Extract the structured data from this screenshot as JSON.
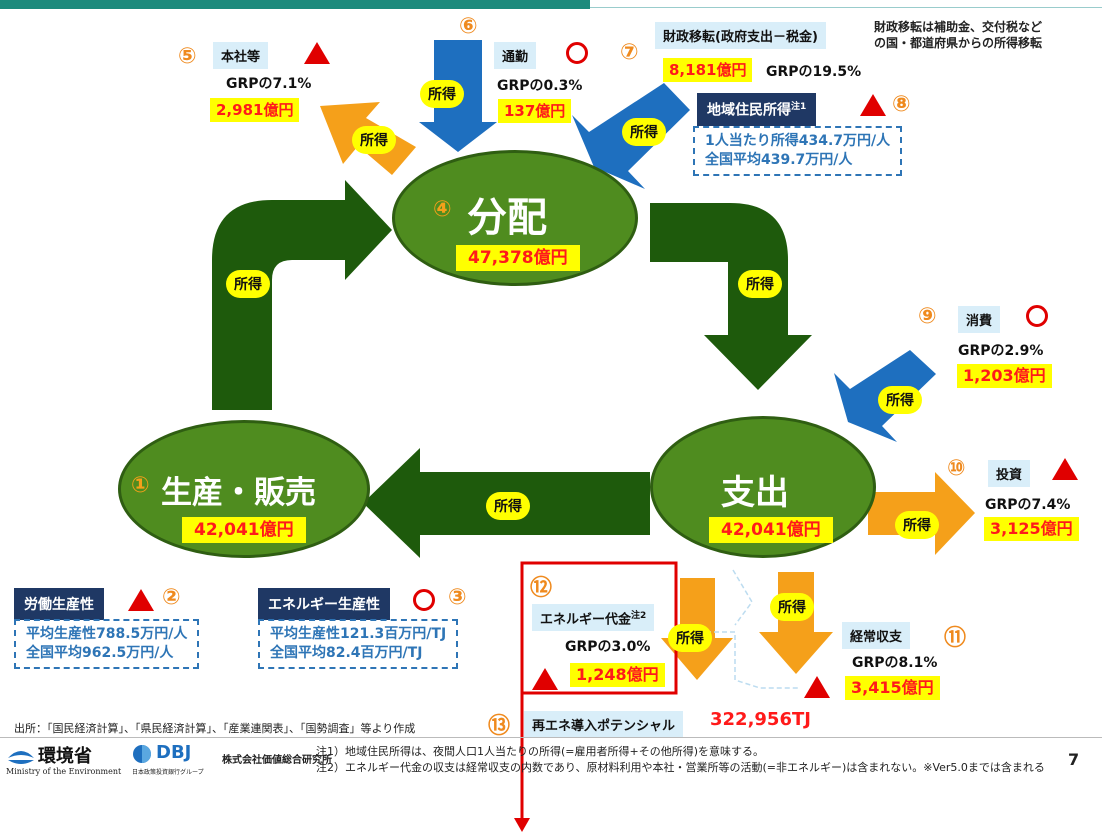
{
  "fiscal_note": [
    "財政移転は補助金、交付税など",
    "の国・都道府県からの所得移転"
  ],
  "income_label": "所得",
  "nodes": {
    "honsha": {
      "num": "⑤",
      "label": "本社等",
      "grp": "GRPの7.1%",
      "value": "2,981億円"
    },
    "tsukin": {
      "num": "⑥",
      "label": "通勤",
      "grp": "GRPの0.3%",
      "value": "137億円"
    },
    "zaisei": {
      "num": "⑦",
      "label": "財政移転(政府支出－税金)",
      "grp": "GRPの19.5%",
      "value": "8,181億円"
    },
    "chiiki": {
      "num": "⑧",
      "label": "地域住民所得",
      "sup": "注1",
      "line1": "1人当たり所得434.7万円/人",
      "line2": "全国平均439.7万円/人"
    },
    "bunpai": {
      "num": "④",
      "label": "分配",
      "value": "47,378億円"
    },
    "seisan": {
      "num": "①",
      "label": "生産・販売",
      "value": "42,041億円"
    },
    "shishutsu": {
      "label": "支出",
      "value": "42,041億円"
    },
    "shohi": {
      "num": "⑨",
      "label": "消費",
      "grp": "GRPの2.9%",
      "value": "1,203億円"
    },
    "toshi": {
      "num": "⑩",
      "label": "投資",
      "grp": "GRPの7.4%",
      "value": "3,125億円"
    },
    "keijo": {
      "num": "⑪",
      "label": "経常収支",
      "grp": "GRPの8.1%",
      "value": "3,415億円"
    },
    "energy": {
      "num": "⑫",
      "label": "エネルギー代金",
      "sup": "注2",
      "grp": "GRPの3.0%",
      "value": "1,248億円"
    },
    "rodo": {
      "num": "②",
      "label": "労働生産性",
      "line1": "平均生産性788.5万円/人",
      "line2": "全国平均962.5万円/人"
    },
    "energy_prod": {
      "num": "③",
      "label": "エネルギー生産性",
      "line1": "平均生産性121.3百万円/TJ",
      "line2": "全国平均82.4百万円/TJ"
    },
    "saiene": {
      "num": "⑬",
      "label": "再エネ導入ポテンシャル",
      "value": "322,956TJ"
    }
  },
  "footer": {
    "source": "出所：「国民経済計算」、「県民経済計算」、「産業連関表」、「国勢調査」等より作成",
    "note1": "注1）地域住民所得は、夜間人口1人当たりの所得(=雇用者所得+その他所得)を意味する。",
    "note2": "注2）エネルギー代金の収支は経常収支の内数であり、原材料利用や本社・営業所等の活動(=非エネルギー)は含まれない。※Ver5.0までは含まれる",
    "env_logo": "環境省",
    "env_sub": "Ministry of the Environment",
    "dbj_logo": "DBJ",
    "dbj_sub": "日本政策投資銀行グループ",
    "company": "株式会社価値総合研究所",
    "page": "7"
  },
  "colors": {
    "green": "#4f8c1f",
    "dark_green": "#1e5a0c",
    "blue": "#1e6fbf",
    "orange": "#f5a01a",
    "red": "#e00000",
    "yellow": "#ffff00",
    "teal": "#1c8a7c"
  }
}
